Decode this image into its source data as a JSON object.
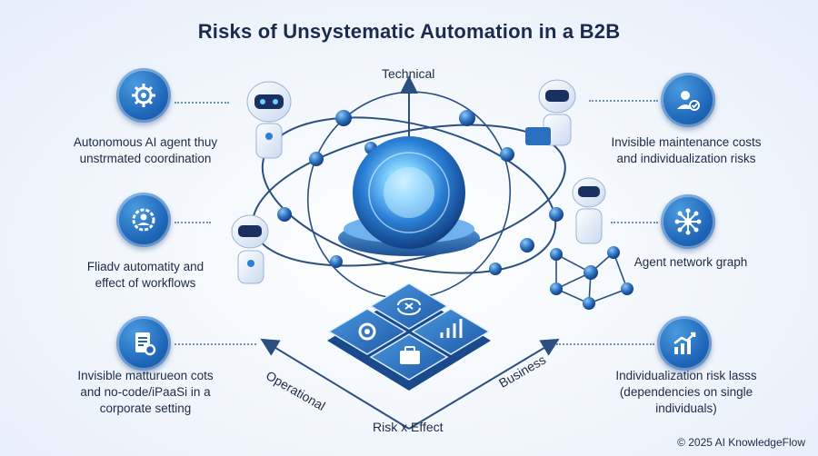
{
  "title": "Risks of Unsystematic Automation in a B2B",
  "axes": {
    "top": "Technical",
    "bottom": "Risk x Effect",
    "left": "Operational",
    "right": "Business"
  },
  "left_items": [
    {
      "icon": "gear-icon",
      "caption": "Autonomous AI agent thuy\nunstrmated coordination"
    },
    {
      "icon": "gear-person-icon",
      "caption": "Fliadv automatity and\neffect of workflows"
    },
    {
      "icon": "document-gear-icon",
      "caption": "Invisible matturueon cots\nand no-code/iPaaSi in a\ncorporate setting"
    }
  ],
  "right_items": [
    {
      "icon": "user-check-icon",
      "caption": "Invisible maintenance costs\nand individualization risks"
    },
    {
      "icon": "network-hub-icon",
      "caption": "Agent network graph"
    },
    {
      "icon": "bar-chart-icon",
      "caption": "Individualization risk lasss\n(dependencies on single\nindividuals)"
    }
  ],
  "footer": "© 2025 AI KnowledgeFlow",
  "colors": {
    "primary": "#1f66b8",
    "dark": "#154f96",
    "light": "#6fb2ee",
    "line": "#2b4f80"
  }
}
